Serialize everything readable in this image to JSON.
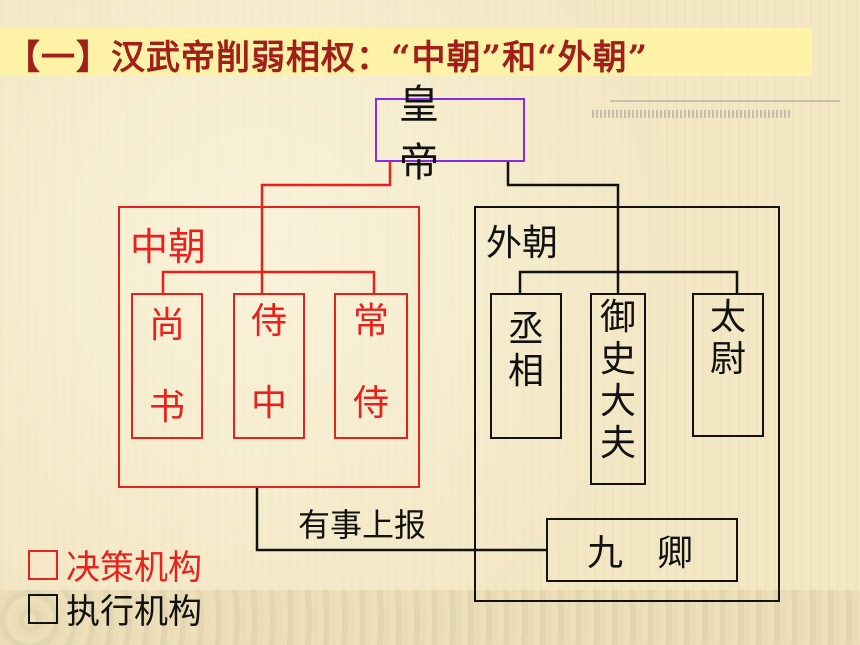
{
  "title": "【一】汉武帝削弱相权：“中朝”和“外朝”",
  "emperor": "皇帝",
  "inner_court": {
    "label": "中朝",
    "offices": [
      {
        "chars": [
          "尚",
          "书"
        ]
      },
      {
        "chars": [
          "侍",
          "中"
        ]
      },
      {
        "chars": [
          "常",
          "侍"
        ]
      }
    ]
  },
  "outer_court": {
    "label": "外朝",
    "offices": [
      {
        "chars": [
          "丞",
          "相"
        ]
      },
      {
        "chars": [
          "御",
          "史",
          "大",
          "夫"
        ]
      },
      {
        "chars": [
          "太",
          "尉"
        ]
      }
    ],
    "ministers": "九卿"
  },
  "report_label": "有事上报",
  "legend": [
    {
      "label": "决策机构",
      "color": "#e8211c"
    },
    {
      "label": "执行机构",
      "color": "#111111"
    }
  ],
  "colors": {
    "red": "#e8211c",
    "black": "#111111",
    "purple": "#8a2be2",
    "title": "#a11f1b"
  }
}
